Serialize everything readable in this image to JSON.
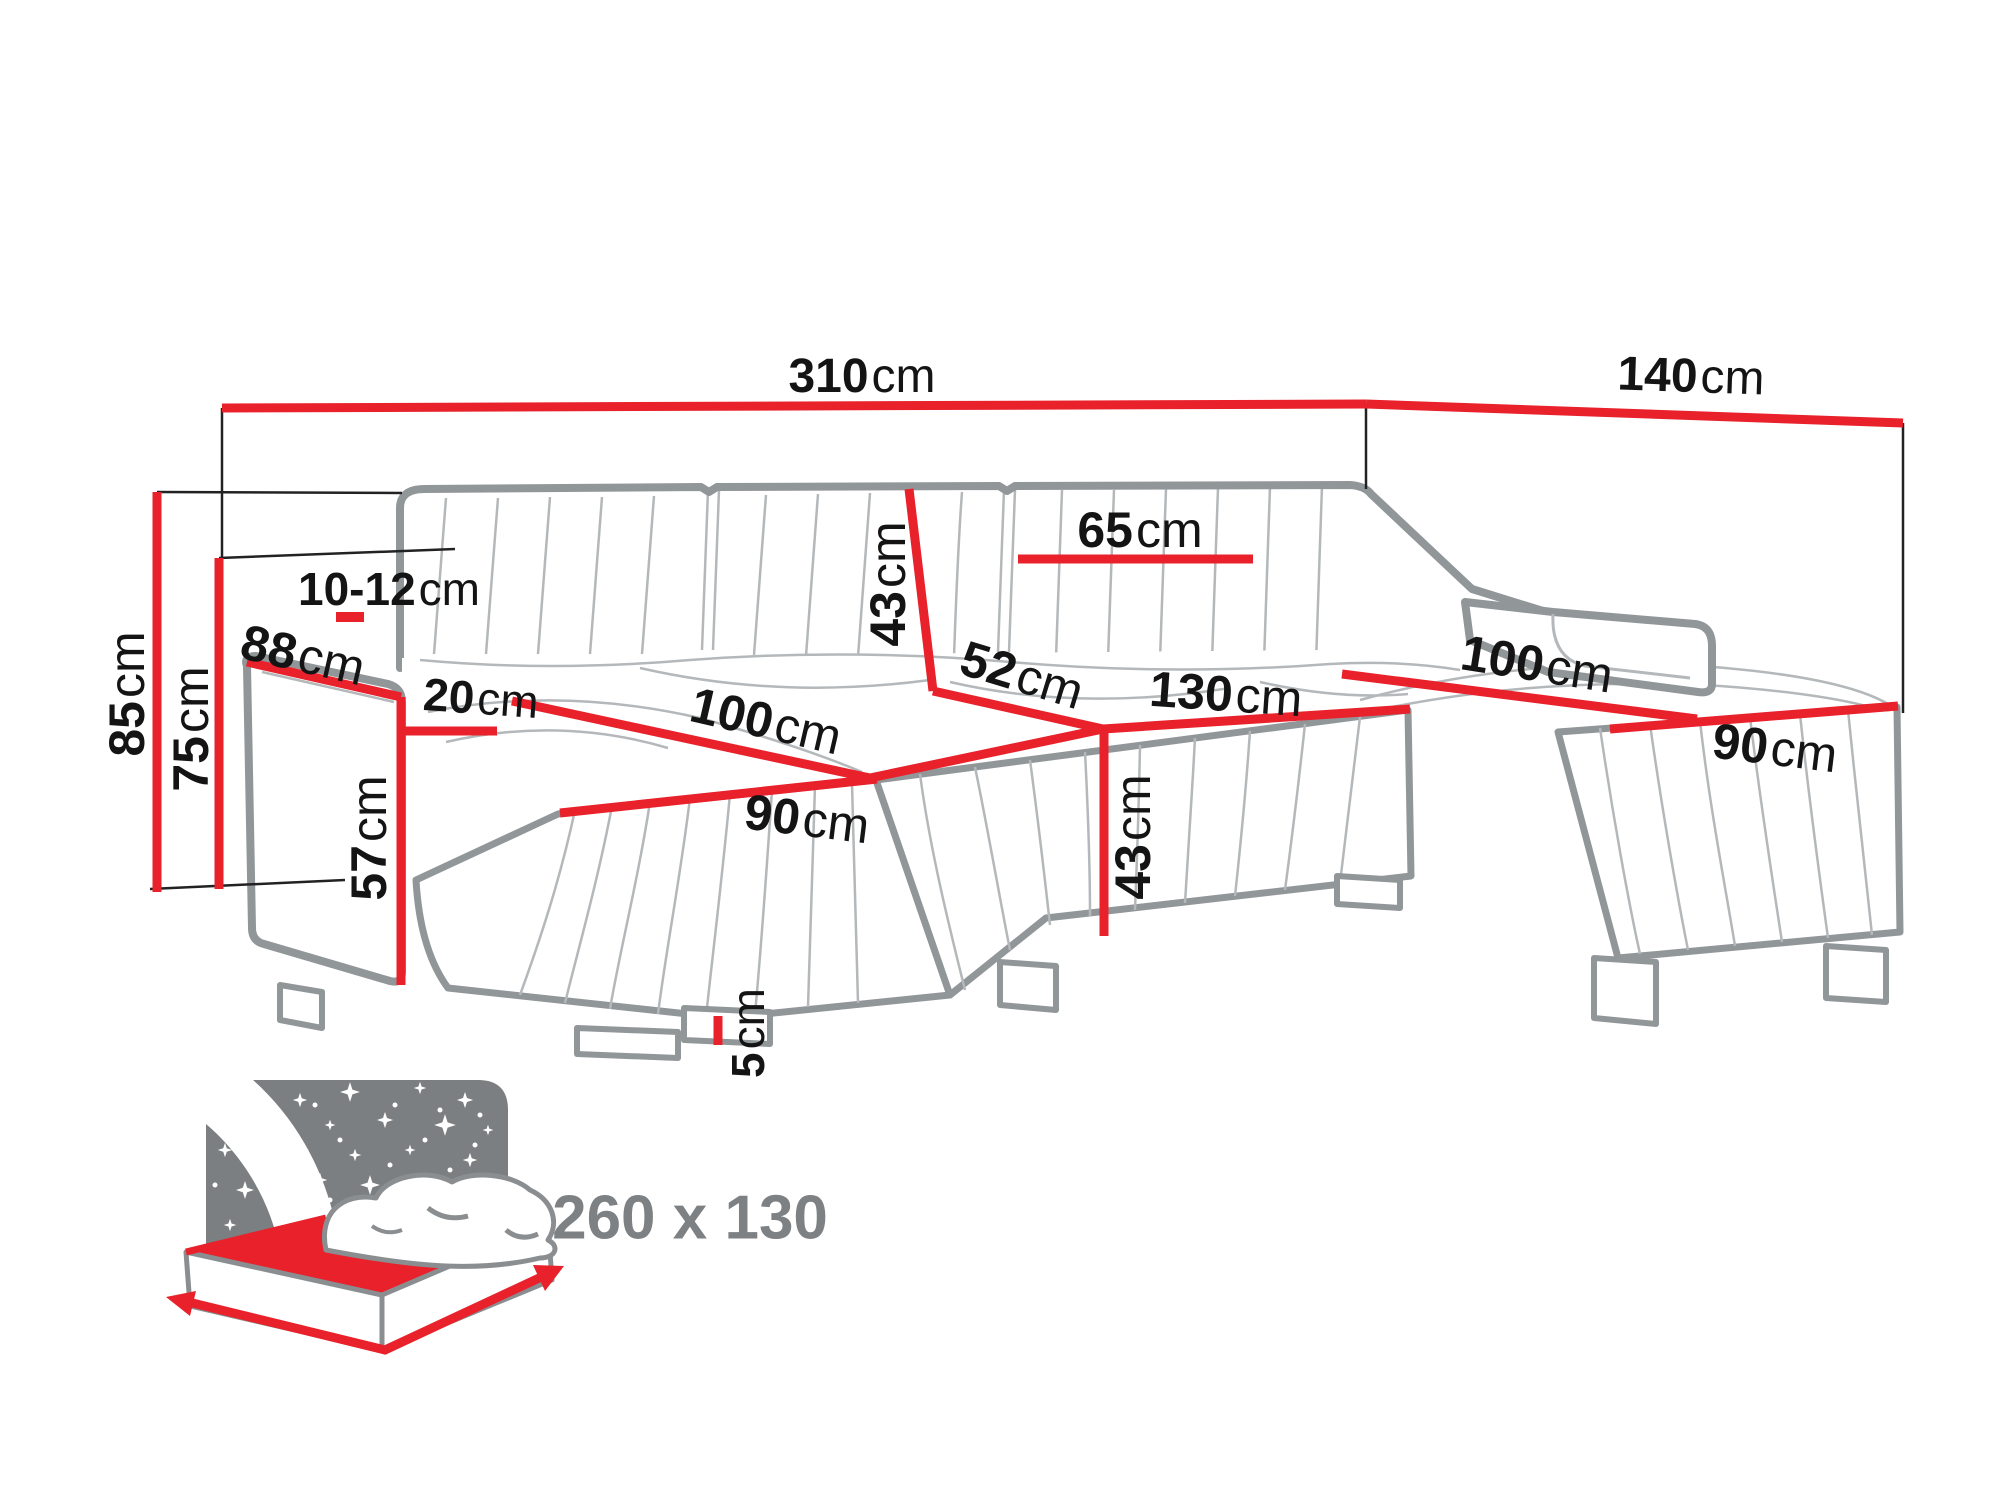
{
  "dims": [
    {
      "name": "total-width",
      "value": "310",
      "unit": "cm"
    },
    {
      "name": "right-depth",
      "value": "140",
      "unit": "cm"
    },
    {
      "name": "total-height",
      "value": "85",
      "unit": "cm"
    },
    {
      "name": "back-height",
      "value": "75",
      "unit": "cm"
    },
    {
      "name": "backrest-gap",
      "value": "10-12",
      "unit": "cm"
    },
    {
      "name": "armrest-length",
      "value": "88",
      "unit": "cm"
    },
    {
      "name": "armrest-width",
      "value": "20",
      "unit": "cm"
    },
    {
      "name": "armrest-height",
      "value": "57",
      "unit": "cm"
    },
    {
      "name": "left-chaise-length",
      "value": "100",
      "unit": "cm"
    },
    {
      "name": "left-chaise-width",
      "value": "90",
      "unit": "cm"
    },
    {
      "name": "backrest-cushion-height",
      "value": "43",
      "unit": "cm"
    },
    {
      "name": "seat-depth",
      "value": "52",
      "unit": "cm"
    },
    {
      "name": "back-cushion-width",
      "value": "65",
      "unit": "cm"
    },
    {
      "name": "middle-seat-width",
      "value": "130",
      "unit": "cm"
    },
    {
      "name": "seat-height",
      "value": "43",
      "unit": "cm"
    },
    {
      "name": "right-chaise-length",
      "value": "100",
      "unit": "cm"
    },
    {
      "name": "right-chaise-width",
      "value": "90",
      "unit": "cm"
    },
    {
      "name": "leg-height",
      "value": "5",
      "unit": "cm"
    }
  ],
  "sleeping_size": {
    "text": "260 x 130"
  },
  "colors": {
    "dimension_red": "#e8212b",
    "sofa_outline_gray": "#919699",
    "sofa_seam_gray": "#b4b8ba",
    "icon_gray": "#7b7f81",
    "label_black": "#141414",
    "sleep_label_gray": "#7d8183"
  }
}
